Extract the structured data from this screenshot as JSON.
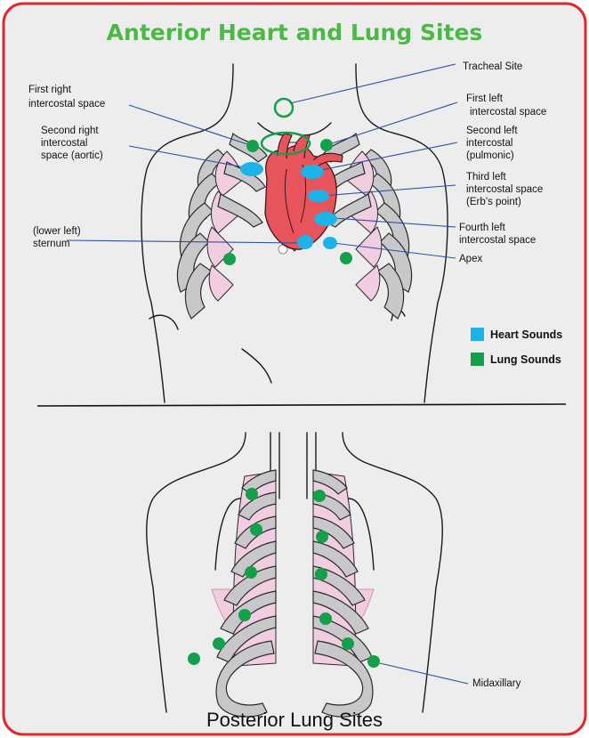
{
  "title": "Anterior Heart and Lung Sites",
  "posterior_title": "Posterior Lung Sites",
  "colors": {
    "frame": "#e3262b",
    "background": "#ededee",
    "title": "#4cb848",
    "heart_sound": "#1cb3e8",
    "lung_sound": "#14a04b",
    "heart": "#e7545b",
    "rib": "#c8c8ca",
    "lung_tissue": "#f1cde1",
    "leader_line": "#2f4fa0"
  },
  "anterior_labels": {
    "tracheal": "Tracheal Site",
    "first_right": [
      "First right",
      "intercostal space"
    ],
    "second_right": [
      "Second right",
      "intercostal",
      "space (aortic)"
    ],
    "lower_left_sternum": [
      "(lower left)",
      "sternum"
    ],
    "first_left": [
      "First left",
      "intercostal space"
    ],
    "second_left": [
      "Second left",
      "intercostal",
      "(pulmonic)"
    ],
    "third_left": [
      "Third left",
      "intercostal space",
      "(Erb’s point)"
    ],
    "fourth_left": [
      "Fourth left",
      "intercostal space"
    ],
    "apex": "Apex"
  },
  "posterior_labels": {
    "midaxillary": "Midaxillary"
  },
  "legend": {
    "heart": "Heart Sounds",
    "lung": "Lung Sounds"
  }
}
